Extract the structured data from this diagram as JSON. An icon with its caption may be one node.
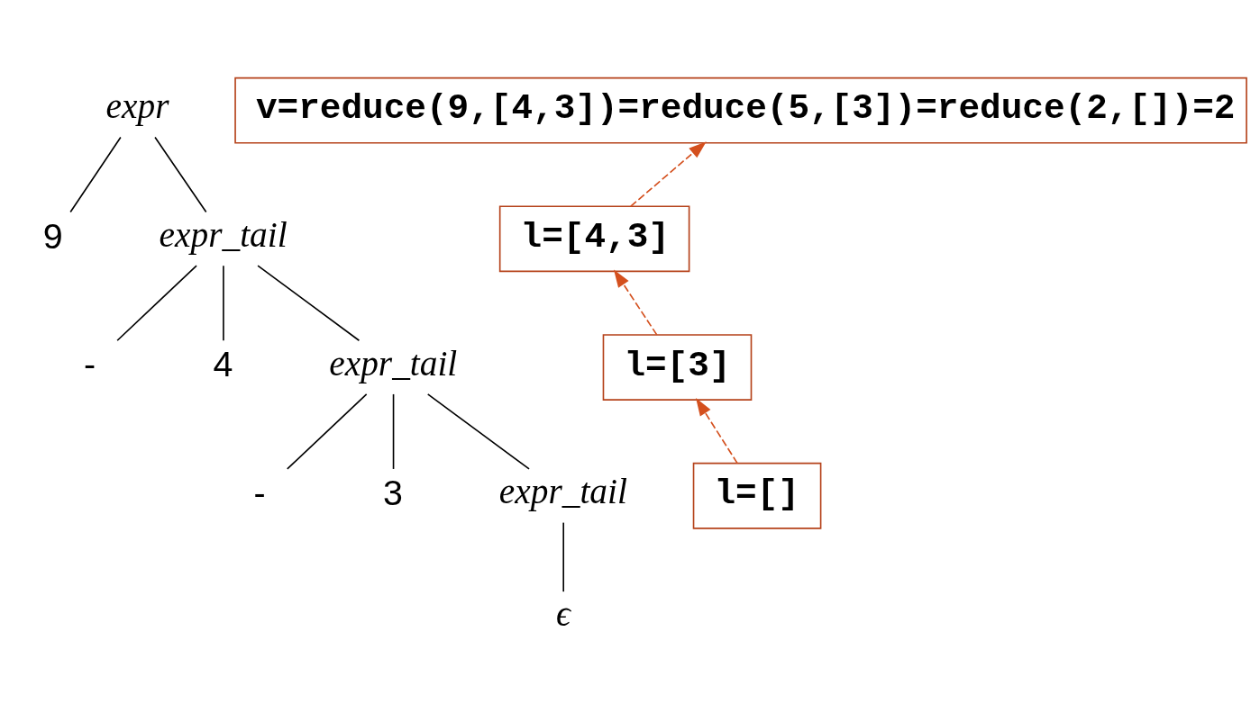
{
  "diagram": {
    "nodes": [
      {
        "text": [
          "expr"
        ]
      },
      {
        "text": [
          "9"
        ]
      },
      {
        "text": [
          "expr_tail"
        ]
      },
      {
        "text": [
          "-"
        ]
      },
      {
        "text": [
          "4"
        ]
      },
      {
        "text": [
          "expr_tail"
        ]
      },
      {
        "text": [
          "-"
        ]
      },
      {
        "text": [
          "3"
        ]
      },
      {
        "text": [
          "expr_tail"
        ]
      },
      {
        "text": [
          "ϵ"
        ]
      },
      {
        "text": [
          "v=reduce(9,[4,3])=reduce(5,[3])=reduce(2,[])=2"
        ]
      },
      {
        "text": [
          "l=[4,3]"
        ]
      },
      {
        "text": [
          "l=[3]"
        ]
      },
      {
        "text": [
          "l=[]"
        ]
      }
    ],
    "edges": [
      {
        "from": 0,
        "to": 1,
        "arrow": "none"
      },
      {
        "from": 0,
        "to": 2,
        "arrow": "none"
      },
      {
        "from": 2,
        "to": 3,
        "arrow": "none"
      },
      {
        "from": 2,
        "to": 4,
        "arrow": "none"
      },
      {
        "from": 2,
        "to": 5,
        "arrow": "none"
      },
      {
        "from": 5,
        "to": 6,
        "arrow": "none"
      },
      {
        "from": 5,
        "to": 7,
        "arrow": "none"
      },
      {
        "from": 5,
        "to": 8,
        "arrow": "none"
      },
      {
        "from": 8,
        "to": 9,
        "arrow": "none"
      },
      {
        "from": 13,
        "to": 12,
        "arrow": "to",
        "style": "dashed",
        "color": "#d4501e"
      },
      {
        "from": 12,
        "to": 11,
        "arrow": "to",
        "style": "dashed",
        "color": "#d4501e"
      },
      {
        "from": 11,
        "to": 10,
        "arrow": "to",
        "style": "dashed",
        "color": "#d4501e"
      }
    ]
  }
}
